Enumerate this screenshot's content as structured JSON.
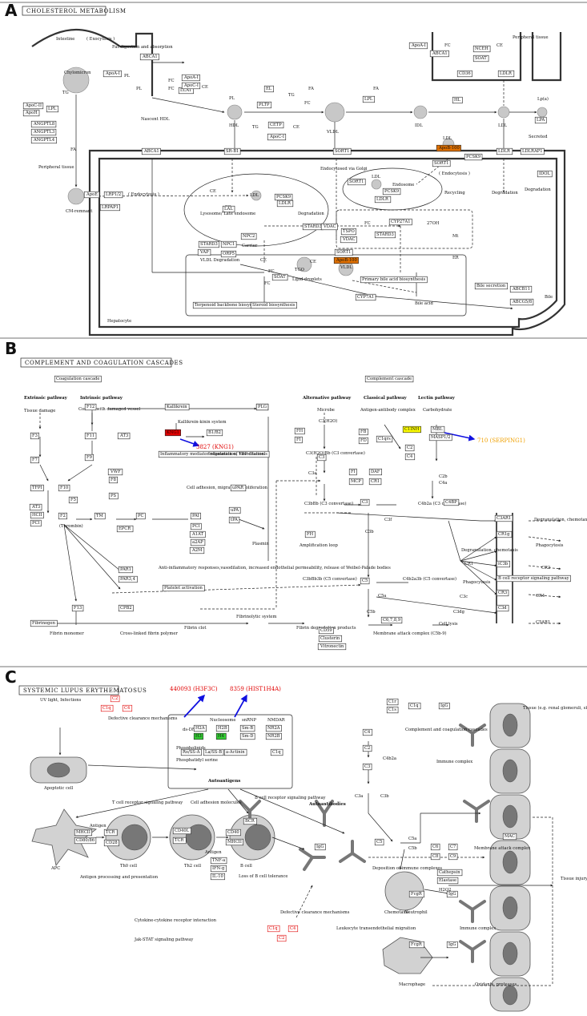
{
  "panels": {
    "a": {
      "letter": "A",
      "title": "CHOLESTEROL METABOLISM",
      "nodes": [
        "Intestine",
        "( Exocytosis )",
        "Fat digestion and absorption",
        "ABCA1",
        "ApoA-I",
        "PL",
        "PL",
        "FC",
        "FC",
        "LCAT",
        "CE",
        "ApoA-I",
        "ApoC-I",
        "ApoC-II",
        "ApoH",
        "LPL",
        "ANGPTL8",
        "ANGPTL3",
        "ANGPTL4",
        "Peripheral tissue",
        "Chylomicron",
        "TG",
        "FA",
        "Nascent HDL",
        "HDL",
        "PL",
        "EL",
        "PLTP",
        "CETP",
        "ApoC-I",
        "TG",
        "TG",
        "CE",
        "FC",
        "FA",
        "LPL",
        "FA",
        "HL",
        "VLDL",
        "IDL",
        "LDL",
        "Lp(a)",
        "LPA",
        "Secreted",
        "ApoA-I",
        "ABCA1",
        "FC",
        "CE",
        "NCEH",
        "SOAT",
        "CD36",
        "LDLR",
        "Peripheral tissue",
        "CM-remnant",
        "ApoE",
        "LRP1/2",
        "LRPAP1",
        "( Endocytosis )",
        "ABCA1",
        "SR-B1",
        "SORT1",
        "SORT1",
        "LDLR",
        "PCSK9",
        "LDLRAP1",
        "LDL",
        "ApoB-100",
        "IDOL",
        "Endocytosed via Golgi",
        "SORT1",
        "LDL",
        "Endosome",
        "PCSK9",
        "LDLR",
        "Recycling",
        "Degradation",
        "( Endocytosis )",
        "Degradation",
        "CE",
        "LDL",
        "FC",
        "LAL",
        "PCSK9",
        "LDLR",
        "Degradation",
        "Lysosome/ Late endosome",
        "NPC2",
        "Carrier",
        "NPC1",
        "ORP5",
        "STARD3",
        "VAP",
        "STARD3",
        "VDAC",
        "VLDL Degradation",
        "FC",
        "CYP27A1",
        "27OH",
        "TSPO",
        "STARD3",
        "VDAC",
        "Mt",
        "SORT1",
        "ApoB-100",
        "CE",
        "FC",
        "CE",
        "TGO",
        "VLDL",
        "Lipid droplets",
        "SOAT",
        "FC",
        "Primary bile acid biosynthesis",
        "CYP7A1",
        "Bile acid",
        "Bile secretion",
        "ABCB11",
        "ABCG5/8",
        "Bile",
        "ER",
        "Terpenoid backbone biosynthesis",
        "Steroid biosynthesis",
        "Hepatocyte"
      ]
    },
    "b": {
      "letter": "B",
      "title": "COMPLEMENT AND COAGULATION CASCADES",
      "nodes": [
        "Coagulation cascade",
        "Extrinsic pathway",
        "Intrinsic pathway",
        "Tissue damage",
        "Contact with damaged vessel",
        "F12",
        "Kallikrein",
        "PLG",
        "Kallikrein-kinin system",
        "KNG1",
        "B1/B2",
        "Inflammatory mediator regulation of TRP channels",
        "Inflammation, vasodilation",
        "F11",
        "AT3",
        "F9",
        "F3",
        "F7",
        "TFPI",
        "F10",
        "VWF",
        "F8",
        "F5",
        "PS",
        "AT3",
        "HCII",
        "PCI",
        "F2",
        "(Thrombin)",
        "TM",
        "EPCR",
        "PC",
        "Cell adhesion, migration, proliferation",
        "uPAR",
        "PAI",
        "uPA",
        "tPA",
        "Plasmin",
        "PCI",
        "A1AT",
        "a2AP",
        "A2M",
        "PAR1",
        "PAR3,4",
        "Anti-inflammatory responses,vasodilation, increased endothelial permeability, release of Weibel-Palade bodies",
        "Platelet activation",
        "F13",
        "CPB2",
        "Fibrinogen",
        "Fibrin monomer",
        "Cross-linked fibrin polymer",
        "Fibrin clot",
        "Fibrinolytic system",
        "Fibrin degradation products",
        "PLG",
        "Complement cascade",
        "Alternative pathway",
        "Classical pathway",
        "Lectin pathway",
        "Microbe",
        "Antigen-antibody complex",
        "Carbohydrate",
        "C3(H2O)",
        "FH",
        "FI",
        "C3(H2O)Bb (C3 convertase)",
        "FB",
        "FD",
        "C1qrs",
        "C1INH",
        "MBL",
        "MASP1/2",
        "C2",
        "C4",
        "C3",
        "C3a",
        "C2b",
        "C4a",
        "FI",
        "DAF",
        "MCP",
        "CR1",
        "C3bBb (C3 convertase)",
        "C3",
        "C4b2a (C3 convertase)",
        "C4BP",
        "FH",
        "Amplification loop",
        "C3b",
        "C3bBb3b (C5 convertase)",
        "C5",
        "C4b2a3b (C5 convertase)",
        "C5a",
        "C5b",
        "C6,7,8,9",
        "CD59",
        "Clusterin",
        "Vitronectin",
        "Membrane attack complex (C5b-9)",
        "Cell lysis",
        "C3AR1",
        "Degranulation, chemotaxis",
        "CR1g",
        "Phagocytosis",
        "CR1",
        "iC3b",
        "CR2",
        "B cell receptor signaling pathway",
        "CR3",
        "CR4",
        "Phagocytosis",
        "C3c",
        "C3dg",
        "C3d",
        "C5AR1",
        "Degranulation, chemotaxis",
        "C3f",
        "C3a"
      ]
    },
    "c": {
      "letter": "C",
      "title": "SYSTEMIC LUPUS ERYTHEMATOSUS",
      "nodes": [
        "UV light, Infections",
        "C2",
        "C1q",
        "C4",
        "Defective clearance mechanisms",
        "Apoptotic cell",
        "ds-DNA",
        "Nucleosome",
        "H2A",
        "H2B",
        "H3",
        "H4",
        "Sm-B",
        "Sm-D",
        "snRNP",
        "NMDAR",
        "NR2A",
        "NR2B",
        "Phospholipids",
        "Phosphatidyl serine",
        "Ro/SS-A",
        "La/SS-B",
        "a-Actinin",
        "C1q",
        "Autoantigens",
        "B cell receptor signaling pathway",
        "T cell receptor signaling pathway",
        "Cell adhesion molecules",
        "APC",
        "Antigen",
        "MHCII",
        "TCR",
        "CD80/86",
        "CD28",
        "Th0 cell",
        "Antigen processing and presentation",
        "CD40L",
        "TCR",
        "CD40",
        "MHCII",
        "Th2 cell",
        "Antigen",
        "TNF-a",
        "IFN-g",
        "IL-10",
        "BCR",
        "B cell",
        "Loss of B cell tolerance",
        "Autoantibodies",
        "IgG",
        "Cytokine-cytokine receptor interaction",
        "Jak-STAT signaling pathway",
        "Defective clearance mechanisms",
        "C1q",
        "C4",
        "C2",
        "Leukocyte transendothelial migration",
        "C1r",
        "C1s",
        "C1q",
        "IgG",
        "C4",
        "C2",
        "C4b2a",
        "C3",
        "C3a",
        "C3b",
        "C5",
        "C5a",
        "C5b",
        "C6",
        "C7",
        "C8",
        "C9",
        "Complement and coagulation cascades",
        "Immune complex",
        "Membrane attack complex",
        "MAC",
        "Deposition of immune complexes",
        "Tissue (e.g. renal glomeruli, skin)",
        "Tissue injury and damage",
        "Chemotaxis",
        "Neutrophil",
        "Cathepsin",
        "Elastase",
        "H2O2",
        "FcgR",
        "IgG",
        "Immune complex",
        "FcgR",
        "IgG",
        "Macrophage",
        "Oxidants, proteases"
      ]
    }
  },
  "annotations": {
    "kng1": "3827 (KNG1)",
    "serping1": "710 (SERPING1)",
    "h3f3c": "440093 (H3F3C)",
    "hist1h4a": "8359 (HIST1H4A)"
  },
  "colors": {
    "highlight_red": "#e00000",
    "highlight_orange": "#e07000",
    "highlight_yellow": "#ffff00",
    "highlight_green": "#33cc33",
    "annotation_red": "#e00000",
    "annotation_gold": "#f0a000",
    "arrow_blue": "#1010e0"
  }
}
